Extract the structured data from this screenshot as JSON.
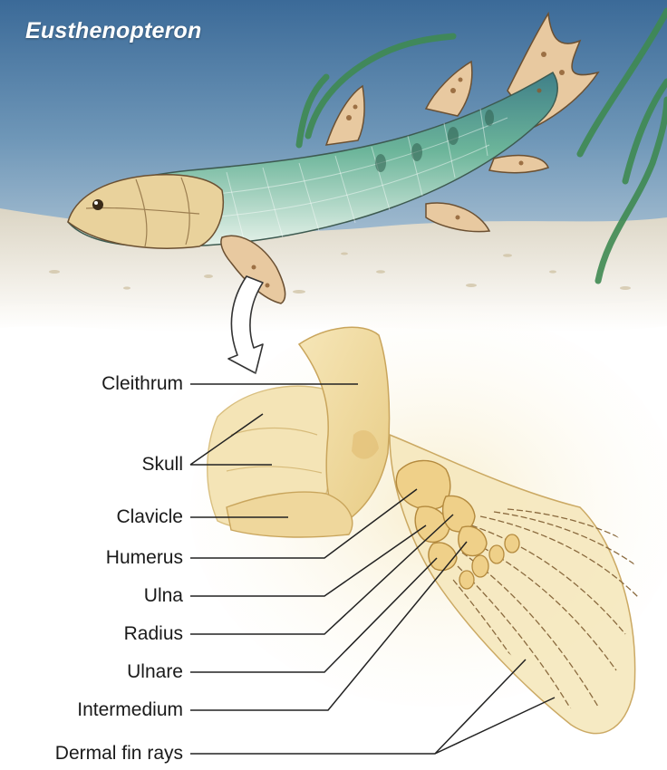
{
  "title": "Eusthenopteron",
  "labels": {
    "cleithrum": "Cleithrum",
    "skull": "Skull",
    "clavicle": "Clavicle",
    "humerus": "Humerus",
    "ulna": "Ulna",
    "radius": "Radius",
    "ulnare": "Ulnare",
    "intermedium": "Intermedium",
    "dermal_fin_rays": "Dermal fin rays"
  },
  "colors": {
    "water_top": "#3f6f9e",
    "water_bottom": "#b9cedc",
    "seabed": "#e6dcc4",
    "bone": "#f1dca4",
    "bone_dark": "#d9b86c",
    "fish_green": "#5aa58a",
    "fish_belly": "#dff0e6",
    "fin_spot": "#8a5a2e",
    "seaweed": "#3f8a52",
    "label_text": "#1a1a1a",
    "leader_line": "#222222"
  }
}
